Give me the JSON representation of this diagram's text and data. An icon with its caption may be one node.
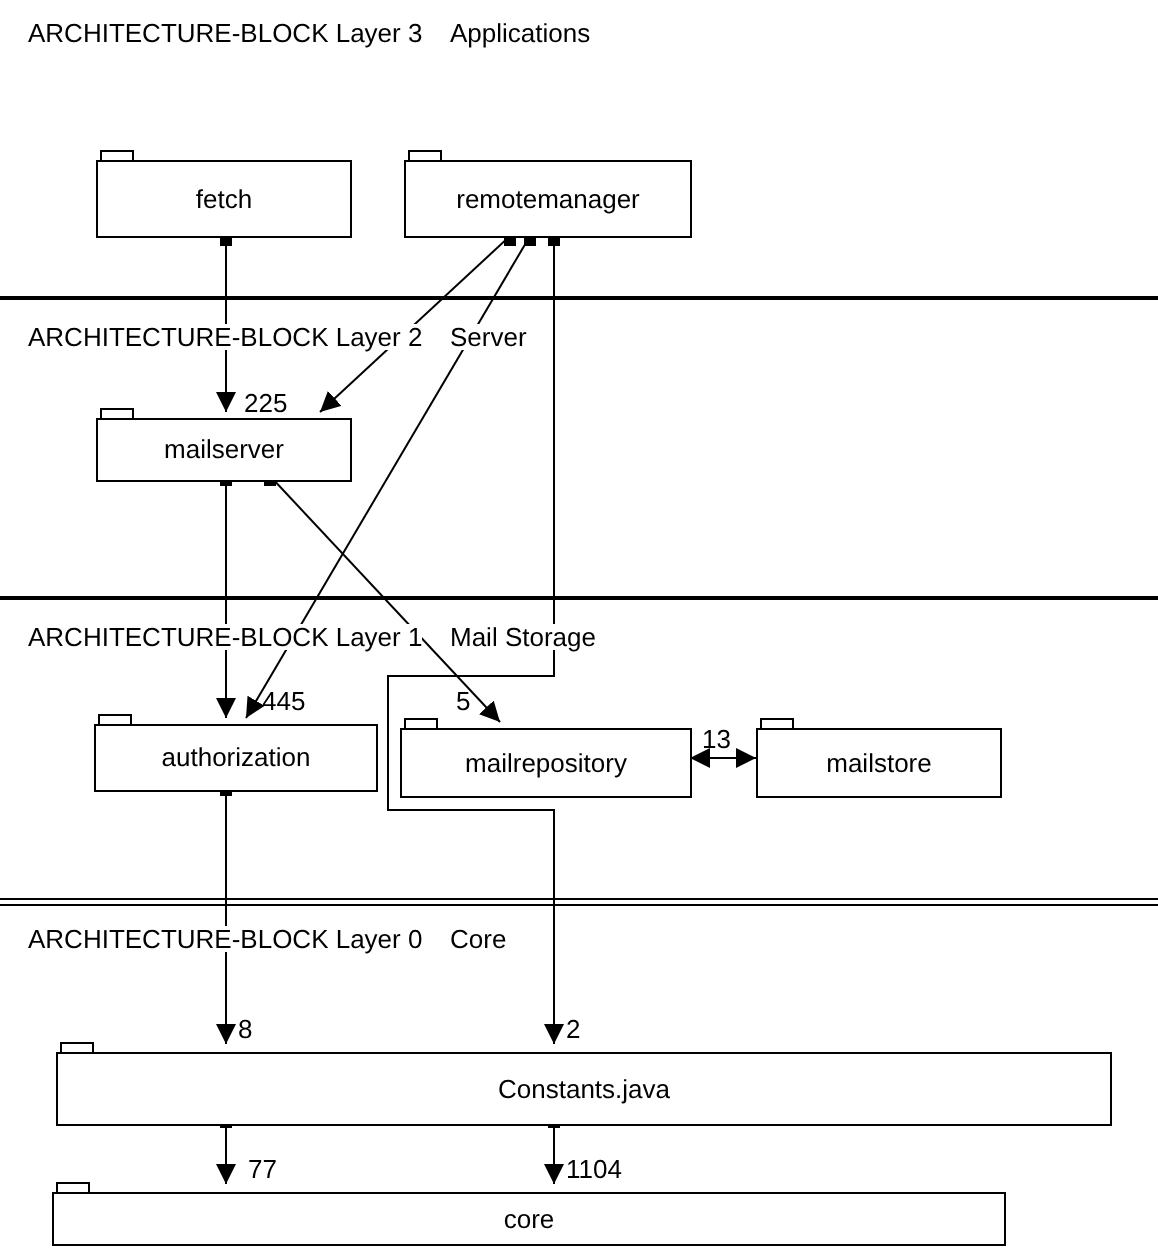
{
  "diagram": {
    "nodes": [
      {
        "text": [
          "ARCHITECTURE-BLOCK Layer 3",
          "Applications"
        ]
      },
      {
        "text": [
          "fetch"
        ],
        "in": 0
      },
      {
        "text": [
          "remotemanager"
        ],
        "in": 0
      },
      {
        "text": [
          "ARCHITECTURE-BLOCK Layer 2",
          "Server"
        ]
      },
      {
        "text": [
          "mailserver"
        ],
        "in": 3
      },
      {
        "text": [
          "ARCHITECTURE-BLOCK Layer 1",
          "Mail Storage"
        ]
      },
      {
        "text": [
          "authorization"
        ],
        "in": 5
      },
      {
        "text": [
          "mailrepository"
        ],
        "in": 5
      },
      {
        "text": [
          "mailstore"
        ],
        "in": 5
      },
      {
        "text": [
          "ARCHITECTURE-BLOCK Layer 0",
          "Core"
        ]
      },
      {
        "text": [
          "Constants.java"
        ],
        "in": 9
      },
      {
        "text": [
          "core"
        ],
        "in": 9
      }
    ],
    "edges": [
      {
        "from": 1,
        "to": 4,
        "arrow": "to"
      },
      {
        "from": 2,
        "to": 4,
        "arrow": "to"
      },
      {
        "from": 2,
        "to": 6,
        "arrow": "to"
      },
      {
        "from": 2,
        "to": 10,
        "arrow": "to"
      },
      {
        "from": 4,
        "to": 6,
        "arrow": "to"
      },
      {
        "from": 4,
        "to": 7,
        "arrow": "to"
      },
      {
        "from": 7,
        "to": 8,
        "arrow": "both"
      },
      {
        "from": 6,
        "to": 10,
        "arrow": "to"
      },
      {
        "from": 10,
        "to": 11,
        "arrow": "to"
      },
      {
        "from": 10,
        "to": 11,
        "arrow": "to"
      }
    ],
    "labels": [
      "225",
      "445",
      "5",
      "13",
      "8",
      "2",
      "77",
      "1104"
    ]
  }
}
